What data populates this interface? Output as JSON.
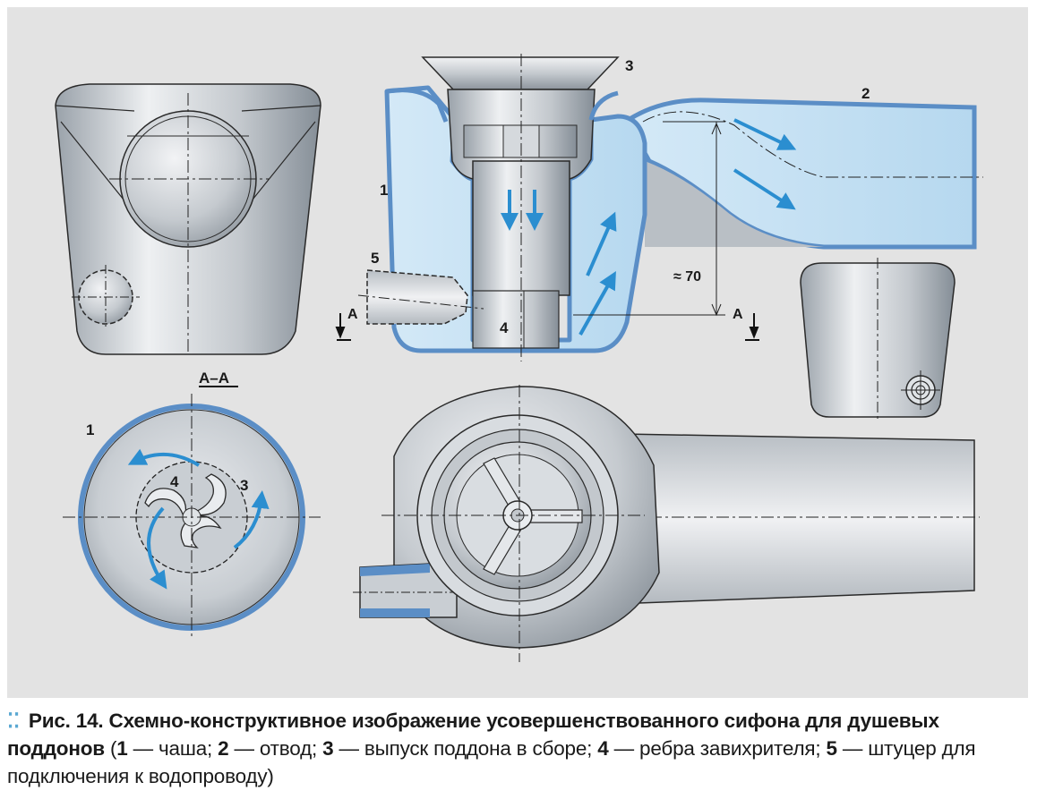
{
  "labels": {
    "l1_top": "1",
    "l2_top": "2",
    "l3_top": "3",
    "l4_top": "4",
    "l5_top": "5",
    "l1_sec": "1",
    "l3_sec": "3",
    "l4_sec": "4",
    "section_title": "A–A",
    "section_a_left": "A",
    "section_a_right": "A",
    "dimension": "≈ 70"
  },
  "caption": {
    "fig_label": "Рис. 14.",
    "title_1": "Схемно-конструктивное изображение усовершенствованного сифона для душевых поддонов",
    "open_paren": " (",
    "n1": "1",
    "t1": " — чаша; ",
    "n2": "2",
    "t2": " — отвод; ",
    "n3": "3",
    "t3": " — выпуск поддона в сборе; ",
    "n4": "4",
    "t4": " — ребра завихрителя; ",
    "n5": "5",
    "t5": " — штуцер для подключения к водопроводу)"
  },
  "colors": {
    "background": "#e3e3e3",
    "water": "#c6e1f3",
    "wall_blue": "#5b8ec6",
    "arrow_blue": "#2b8ed0",
    "metal_light": "#e8ebef",
    "metal_dark": "#8a939c"
  }
}
